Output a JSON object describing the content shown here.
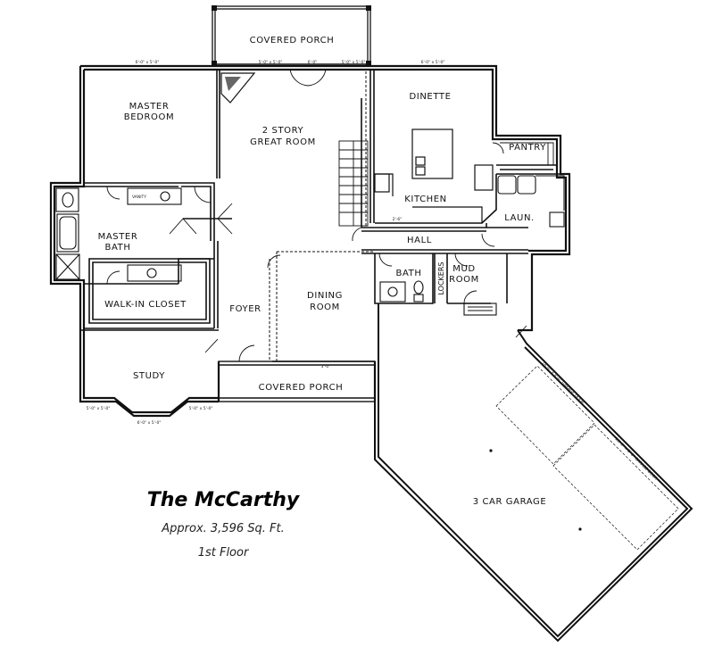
{
  "plan": {
    "name": "The McCarthy",
    "area": "Approx. 3,596 Sq. Ft.",
    "floor": "1st Floor"
  },
  "rooms": {
    "covered_porch_rear": "COVERED PORCH",
    "master_bedroom_1": "MASTER",
    "master_bedroom_2": "BEDROOM",
    "great_room_1": "2 STORY",
    "great_room_2": "GREAT ROOM",
    "dinette": "DINETTE",
    "pantry": "PANTRY",
    "kitchen": "KITCHEN",
    "laundry": "LAUN.",
    "master_bath_1": "MASTER",
    "master_bath_2": "BATH",
    "hall": "HALL",
    "bath": "BATH",
    "lockers": "LOCKERS",
    "mud_room_1": "MUD",
    "mud_room_2": "ROOM",
    "walk_in_closet": "WALK-IN CLOSET",
    "foyer": "FOYER",
    "dining_room_1": "DINING",
    "dining_room_2": "ROOM",
    "study": "STUDY",
    "covered_porch_front": "COVERED PORCH",
    "garage": "3 CAR GARAGE",
    "vanity": "VANITY"
  },
  "dimensions": {
    "d1": "6'-0\" x 5'-0\"",
    "d2": "5'-0\" x 5'-0\"",
    "d3": "6'-0\"",
    "d4": "5'-0\" x 5'-0\"",
    "d5": "6'-0\" x 5'-0\"",
    "d6": "5'-0\" x 5'-0\"",
    "d7": "6'-0\" x 5'-0\"",
    "d8": "5'-0\" x 5'-0\"",
    "d9": "3'-0\"",
    "d10": "2'-6\"",
    "d11": "16'-0\" x 8'-0\" GARAGE DOOR",
    "d12": "16'-0\" x 8'-0\" GARAGE DOOR"
  }
}
